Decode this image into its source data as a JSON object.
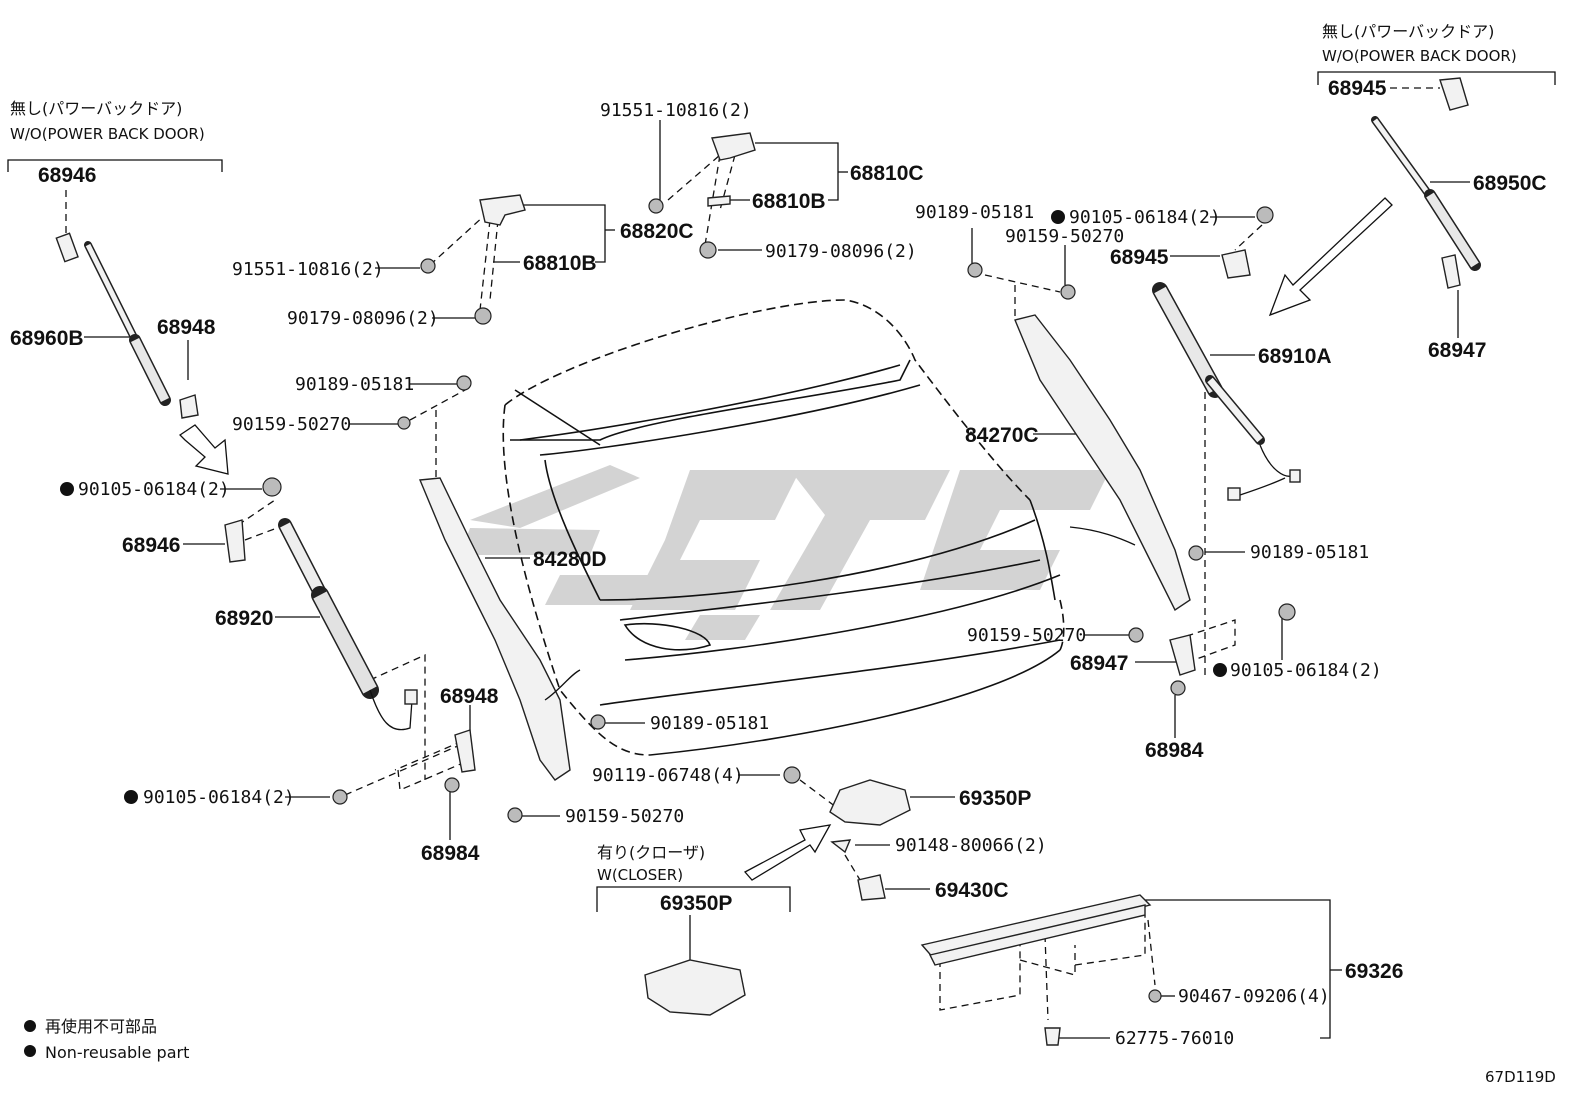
{
  "labels": {
    "wo_power_left_jp": "無し(パワーバックドア)",
    "wo_power_left_en": "W/O(POWER BACK DOOR)",
    "wo_power_right_jp": "無し(パワーバックドア)",
    "wo_power_right_en": "W/O(POWER BACK DOOR)",
    "w_closer_jp": "有り(クローザ)",
    "w_closer_en": "W(CLOSER)",
    "p68946_top": "68946",
    "p68960B": "68960B",
    "p68948_top": "68948",
    "p91551_left": "91551-10816(2)",
    "p90179_left": "90179-08096(2)",
    "p68810B_left": "68810B",
    "p68820C": "68820C",
    "p91551_top": "91551-10816(2)",
    "p68810C": "68810C",
    "p68810B_top": "68810B",
    "p90179_top": "90179-08096(2)",
    "p90189_left": "90189-05181",
    "p90159_left": "90159-50270",
    "p90105_left_top": "90105-06184(2)",
    "p68946_mid": "68946",
    "p68920": "68920",
    "p84280D": "84280D",
    "p68948_low": "68948",
    "p90105_left_low": "90105-06184(2)",
    "p68984_left": "68984",
    "p90189_mid": "90189-05181",
    "p90159_mid": "90159-50270",
    "p90119": "90119-06748(4)",
    "p69350P_main": "69350P",
    "p90148": "90148-80066(2)",
    "p69430C": "69430C",
    "p69350P_inset": "69350P",
    "p69326": "69326",
    "p90467": "90467-09206(4)",
    "p62775": "62775-76010",
    "p90189_rtop": "90189-05181",
    "p90105_rtop": "90105-06184(2)",
    "p90159_rtop": "90159-50270",
    "p68945_mid": "68945",
    "p84270C": "84270C",
    "p68910A": "68910A",
    "p90189_rlow": "90189-05181",
    "p90159_rlow": "90159-50270",
    "p68947_low": "68947",
    "p90105_rlow": "90105-06184(2)",
    "p68984_right": "68984",
    "p68945_top": "68945",
    "p68950C": "68950C",
    "p68947_top": "68947",
    "legend_jp": "再使用不可部品",
    "legend_en": "Non-reusable part",
    "code": "67D119D"
  }
}
